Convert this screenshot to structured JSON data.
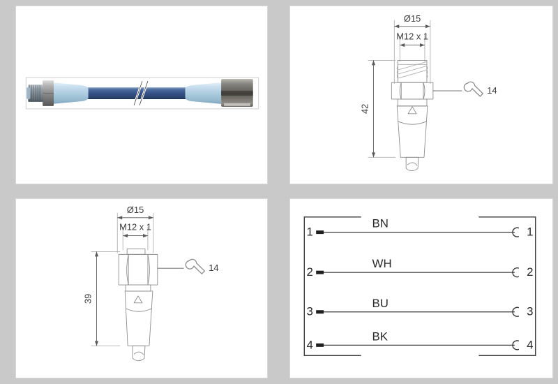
{
  "page": {
    "background_color": "#c9c9c9",
    "panel_background": "#ffffff",
    "panel_border_color": "#d8d8d8"
  },
  "panels": {
    "photo": {
      "name": "product-photo",
      "caption": "",
      "colors": {
        "cable": "#3c5a8c",
        "overmold": "#b9d4e6",
        "metal_nut": "#9a9a9a",
        "female_nut": "#6e6e6e",
        "thread_metal": "#8d9196"
      },
      "break_symbol": "cable-break-marks"
    },
    "male_dimension": {
      "name": "male-connector-dimension-drawing",
      "diameter_label": "Ø15",
      "thread_label": "M12 x 1",
      "length_label": "42",
      "wrench_label": "14",
      "wrench_icon": "wrench-icon",
      "marking_icon": "triangle-marking"
    },
    "female_dimension": {
      "name": "female-connector-dimension-drawing",
      "diameter_label": "Ø15",
      "thread_label": "M12 x 1",
      "length_label": "39",
      "wrench_label": "14",
      "wrench_icon": "wrench-icon",
      "marking_icon": "triangle-marking"
    },
    "wiring": {
      "name": "wiring-schematic",
      "left_connector_type": "pin",
      "right_connector_type": "socket",
      "rows": [
        {
          "left_pin": "1",
          "wire_label": "BN",
          "right_pin": "1"
        },
        {
          "left_pin": "2",
          "wire_label": "WH",
          "right_pin": "2"
        },
        {
          "left_pin": "3",
          "wire_label": "BU",
          "right_pin": "3"
        },
        {
          "left_pin": "4",
          "wire_label": "BK",
          "right_pin": "4"
        }
      ],
      "line_color": "#3a3a3a"
    }
  }
}
